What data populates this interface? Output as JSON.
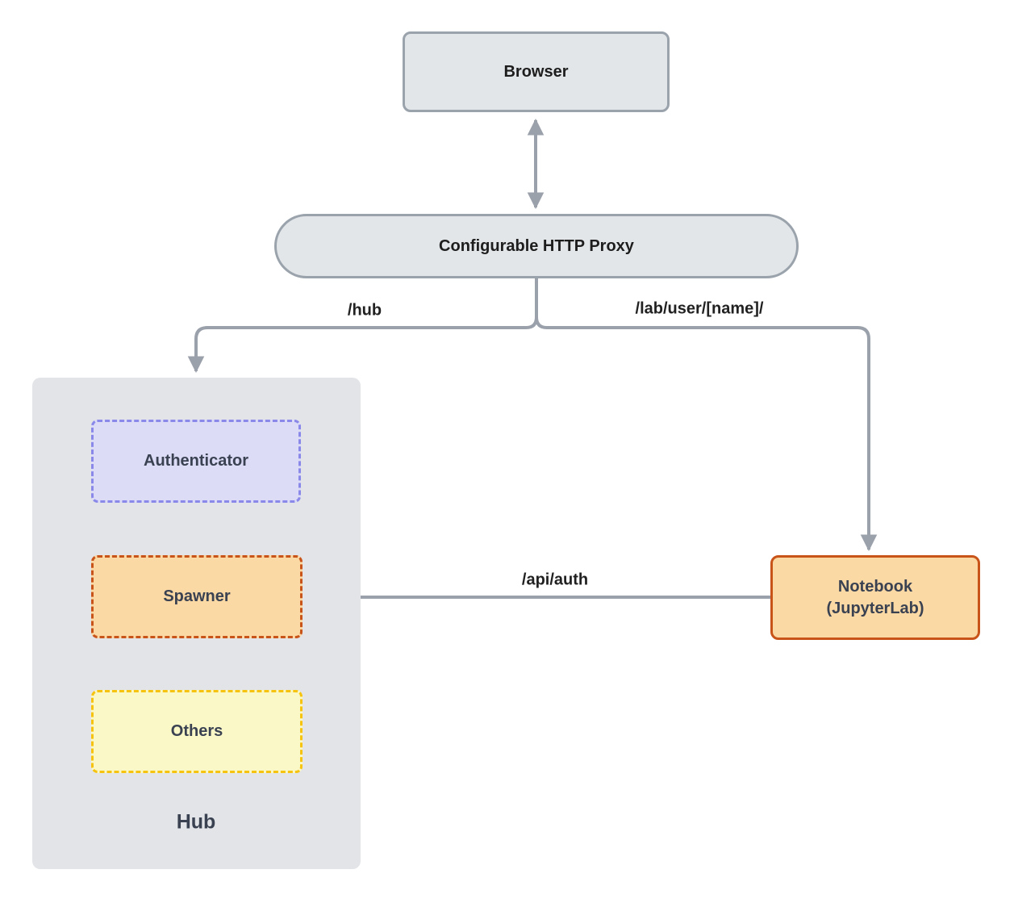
{
  "diagram": {
    "nodes": {
      "browser": {
        "label": "Browser"
      },
      "proxy": {
        "label": "Configurable HTTP Proxy"
      },
      "hub": {
        "label": "Hub"
      },
      "authenticator": {
        "label": "Authenticator"
      },
      "spawner": {
        "label": "Spawner"
      },
      "others": {
        "label": "Others"
      },
      "notebook": {
        "label": "Notebook",
        "sublabel": "(JupyterLab)"
      }
    },
    "edges": {
      "browser_proxy": {
        "type": "bidirectional",
        "label": ""
      },
      "proxy_hub": {
        "label": "/hub"
      },
      "proxy_notebook": {
        "label": "/lab/user/[name]/"
      },
      "notebook_spawner": {
        "label": "/api/auth"
      }
    },
    "colors": {
      "gray_node_fill": "#e2e6e9",
      "gray_node_border": "#9aa2ab",
      "hub_container_fill": "#e2e4e8",
      "authenticator_fill": "#dcdcf7",
      "authenticator_border": "#8a89ea",
      "orange_fill": "#fbd9a4",
      "orange_border": "#c9541a",
      "others_fill": "#fbf8c8",
      "others_border": "#f6c410",
      "connector": "#9aa1ab",
      "edge_label_text": "#212121",
      "colored_node_text": "#3a4252",
      "gray_node_text": "#1d1d1d"
    }
  }
}
